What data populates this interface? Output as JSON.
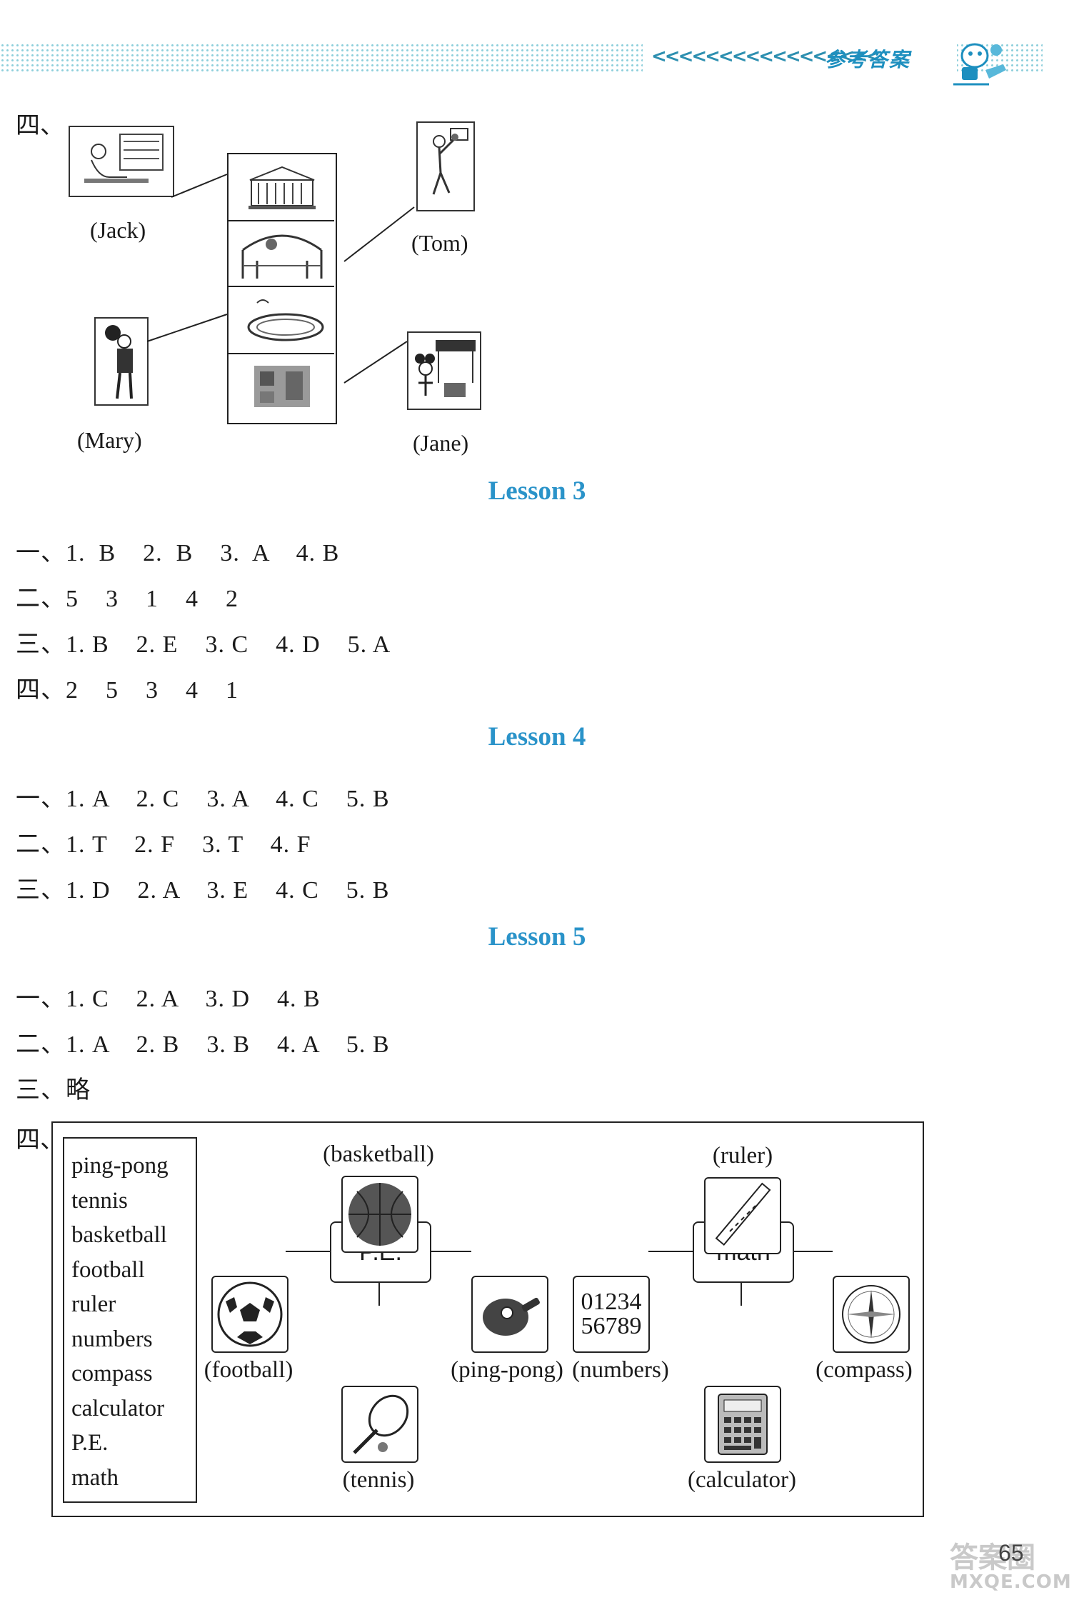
{
  "header": {
    "chevrons": "<<<<<<<<<<<<<<<<<",
    "title": "参考答案"
  },
  "part4_top": {
    "marker": "四、",
    "names": {
      "jack": "(Jack)",
      "tom": "(Tom)",
      "mary": "(Mary)",
      "jane": "(Jane)"
    }
  },
  "lesson3": {
    "title": "Lesson 3",
    "lines": [
      "一、1.  B    2.  B    3.  A    4. B",
      "二、5    3    1    4    2",
      "三、1. B    2. E    3. C    4. D    5. A",
      "四、2    5    3    4    1"
    ]
  },
  "lesson4": {
    "title": "Lesson 4",
    "lines": [
      "一、1. A    2. C    3. A    4. C    5. B",
      "二、1. T    2. F    3. T    4. F",
      "三、1. D    2. A    3. E    4. C    5. B"
    ]
  },
  "lesson5": {
    "title": "Lesson 5",
    "lines": [
      "一、1. C    2. A    3. D    4. B",
      "二、1. A    2. B    3. B    4. A    5. B",
      "三、略"
    ],
    "part4_marker": "四、"
  },
  "diagram": {
    "words": [
      "ping-pong",
      "tennis",
      "basketball",
      "football",
      "ruler",
      "numbers",
      "compass",
      "calculator",
      "P.E.",
      "math"
    ],
    "pe_label": "P.E.",
    "math_label": "math",
    "numbers_line1": "01234",
    "numbers_line2": "56789",
    "captions": {
      "basketball": "(basketball)",
      "football": "(football)",
      "pingpong": "(ping-pong)",
      "tennis": "(tennis)",
      "ruler": "(ruler)",
      "numbers": "(numbers)",
      "compass": "(compass)",
      "calculator": "(calculator)"
    }
  },
  "page_number": "65",
  "watermark": {
    "line1": "答案圈",
    "line2": "MXQE.COM"
  }
}
